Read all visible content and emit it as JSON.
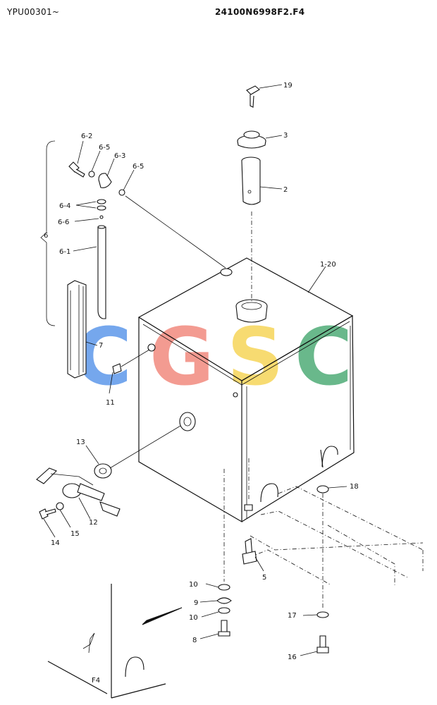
{
  "header": {
    "serial_range": "YPU00301~",
    "drawing_number": "24100N6998F2.F4"
  },
  "watermark": {
    "letters": [
      "C",
      "G",
      "S",
      "C"
    ],
    "colors": [
      "#4f8fe8",
      "#f07f73",
      "#f6d24a",
      "#3fa56b"
    ]
  },
  "callouts": {
    "p19": "19",
    "p3": "3",
    "p2": "2",
    "p1_20": "1-20",
    "p6": "6",
    "p6_1": "6-1",
    "p6_2": "6-2",
    "p6_3": "6-3",
    "p6_4": "6-4",
    "p6_5a": "6-5",
    "p6_5b": "6-5",
    "p6_6": "6-6",
    "p7": "7",
    "p11": "11",
    "p13": "13",
    "p12": "12",
    "p14": "14",
    "p15": "15",
    "p18": "18",
    "p5": "5",
    "p10a": "10",
    "p9": "9",
    "p10b": "10",
    "p8": "8",
    "p17": "17",
    "p16": "16"
  },
  "figure_ref": "F4"
}
